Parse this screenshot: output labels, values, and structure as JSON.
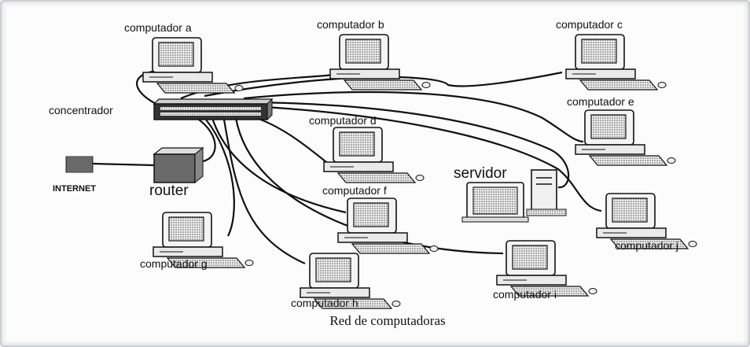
{
  "hub": {
    "label": "concentrador"
  },
  "internet": {
    "label": "INTERNET"
  },
  "router": {
    "label": "router"
  },
  "server": {
    "label": "servidor"
  },
  "computers": [
    {
      "id": "a",
      "label": "computador a"
    },
    {
      "id": "b",
      "label": "computador b"
    },
    {
      "id": "c",
      "label": "computador c"
    },
    {
      "id": "e",
      "label": "computador e"
    },
    {
      "id": "d",
      "label": "computador d"
    },
    {
      "id": "f",
      "label": "computador f"
    },
    {
      "id": "g",
      "label": "computador g"
    },
    {
      "id": "h",
      "label": "computador h"
    },
    {
      "id": "i",
      "label": "computador i"
    },
    {
      "id": "j",
      "label": "computador j"
    }
  ],
  "caption": "Red de computadoras",
  "colors": {
    "ink": "#111111",
    "background": "#fcfcfc",
    "frame": "#c9cfd6"
  }
}
